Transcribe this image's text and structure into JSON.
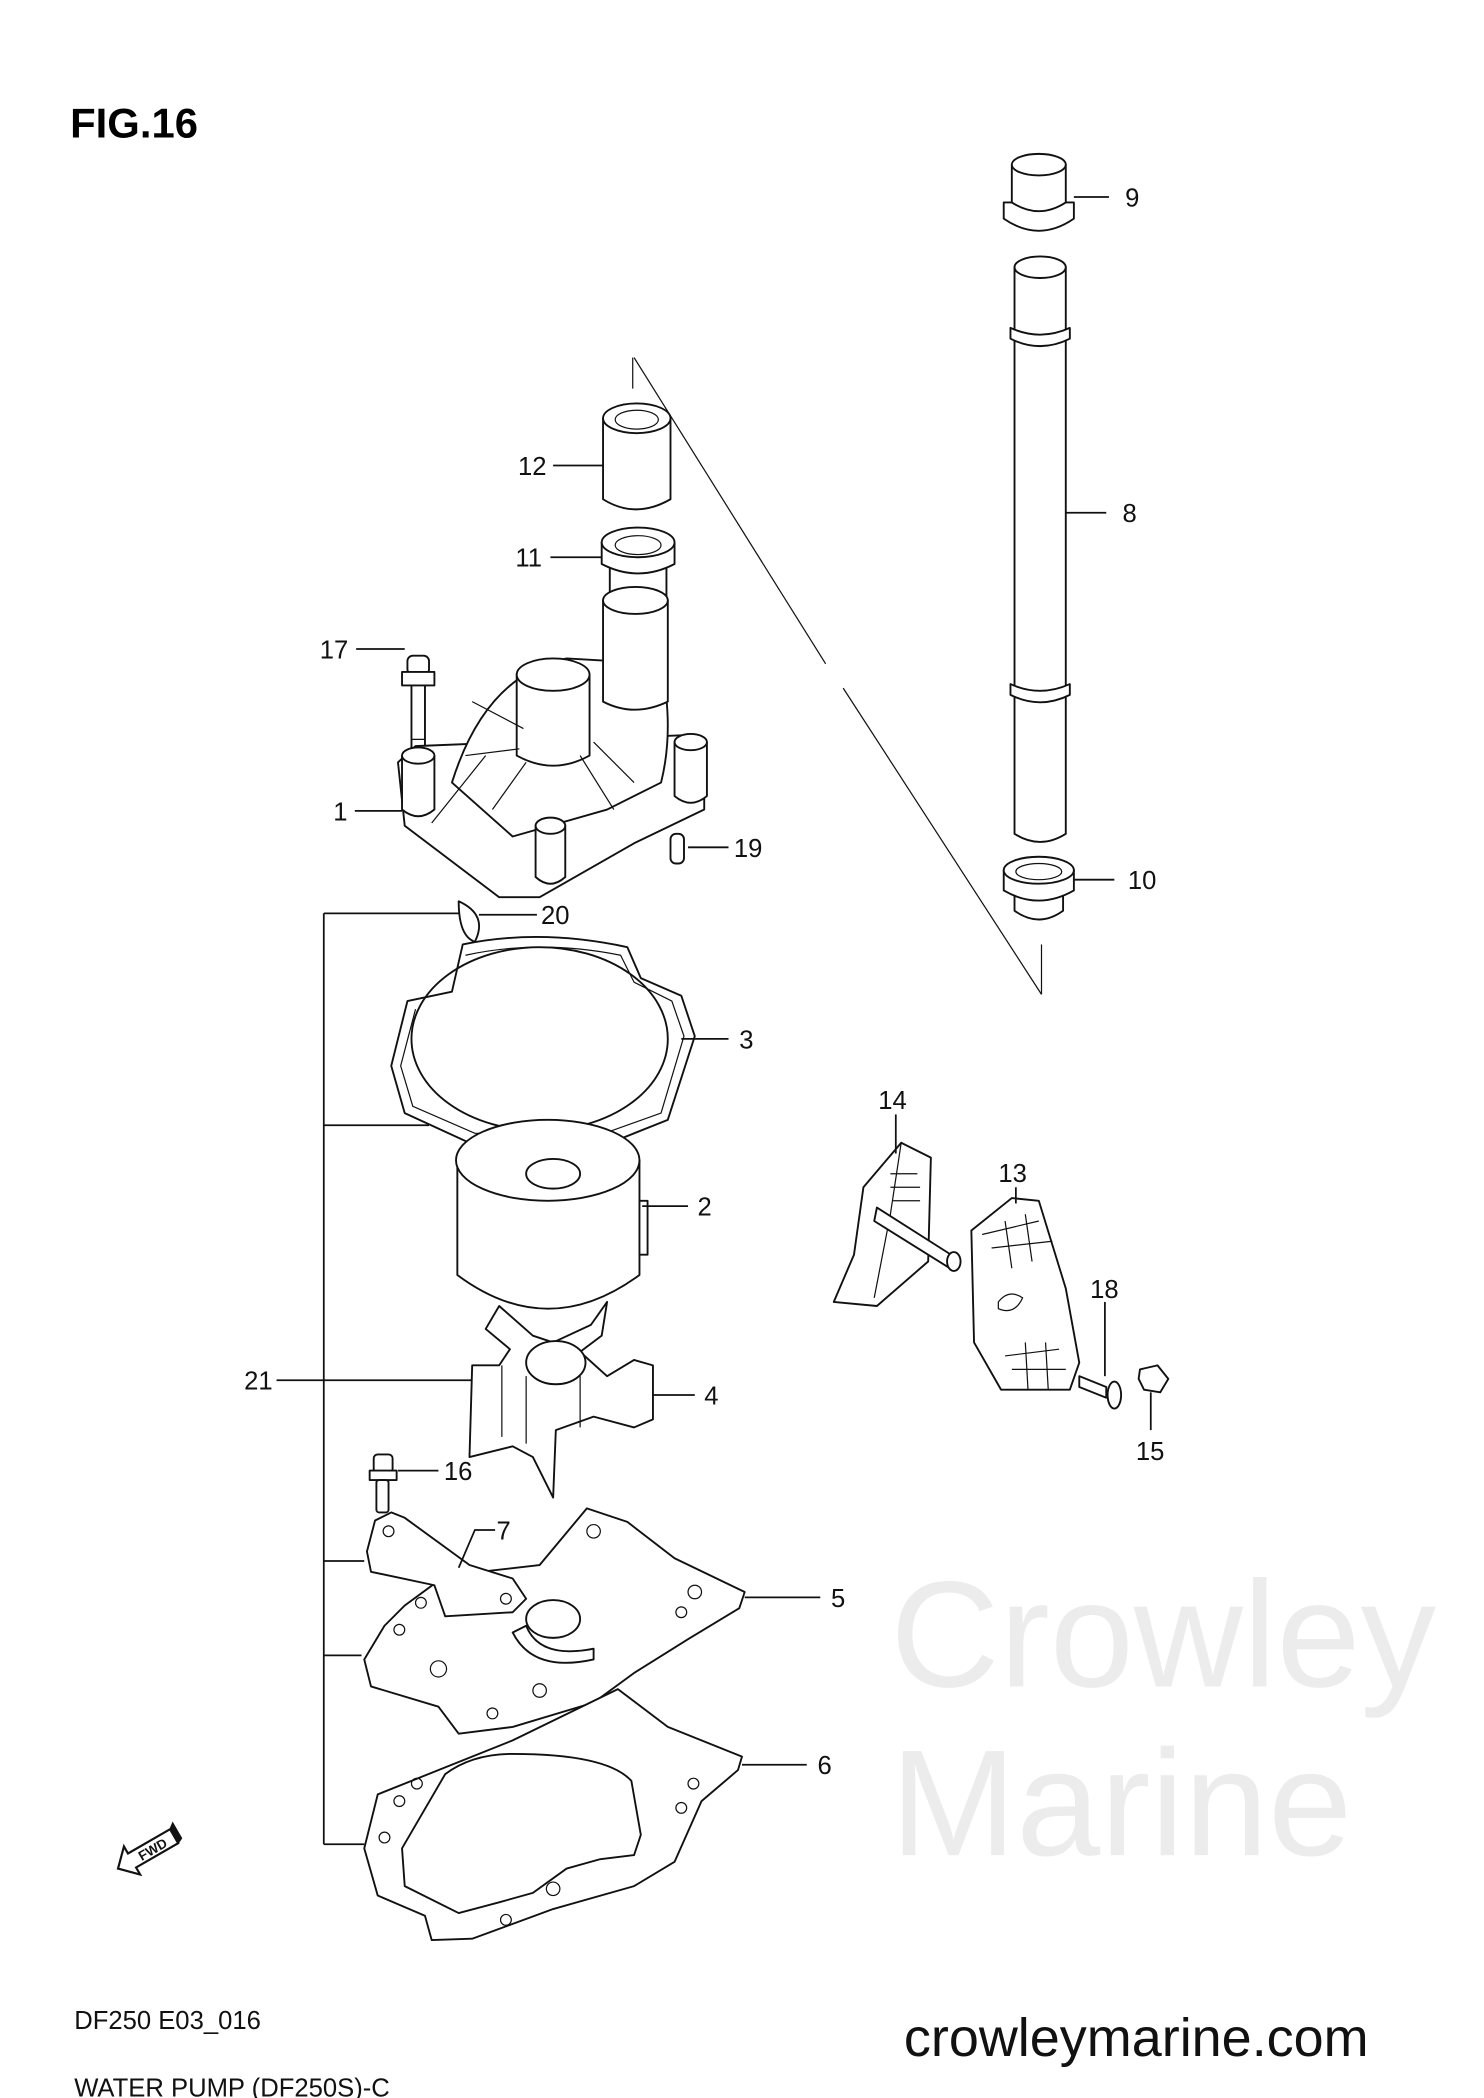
{
  "figure": {
    "title": "FIG.16"
  },
  "watermark": "Crowley Marine",
  "callouts": {
    "c1": "1",
    "c2": "2",
    "c3": "3",
    "c4": "4",
    "c5": "5",
    "c6": "6",
    "c7": "7",
    "c8": "8",
    "c9": "9",
    "c10": "10",
    "c11": "11",
    "c12": "12",
    "c13": "13",
    "c14": "14",
    "c15": "15",
    "c16": "16",
    "c17": "17",
    "c18": "18",
    "c19": "19",
    "c20": "20",
    "c21": "21"
  },
  "fwd_label": "FWD",
  "footer": {
    "code": "DF250 E03_016",
    "caption": "WATER PUMP (DF250S)-C",
    "website": "crowleymarine.com"
  }
}
